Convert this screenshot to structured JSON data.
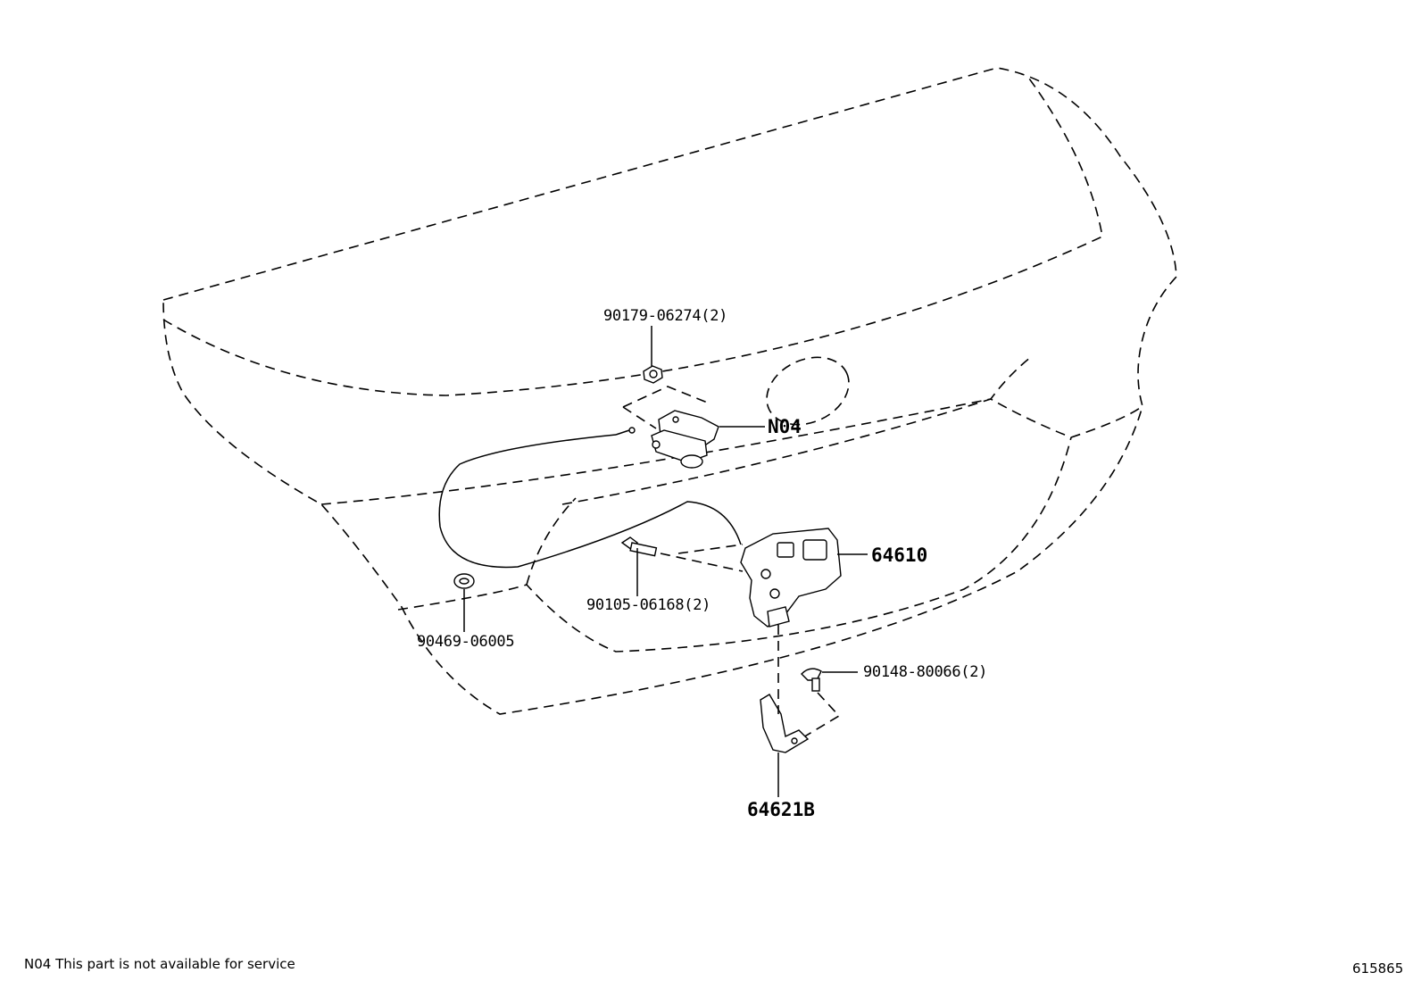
{
  "callouts": {
    "nut_top": "90179-06274(2)",
    "lock_cylinder": "N04",
    "latch": "64610",
    "bolt_latch": "90105-06168(2)",
    "plug": "90469-06005",
    "screw_striker": "90148-80066(2)",
    "striker": "64621B"
  },
  "footer": {
    "note_code": "N04",
    "note_text": "This part is not available for service",
    "illustration_number": "615865"
  }
}
